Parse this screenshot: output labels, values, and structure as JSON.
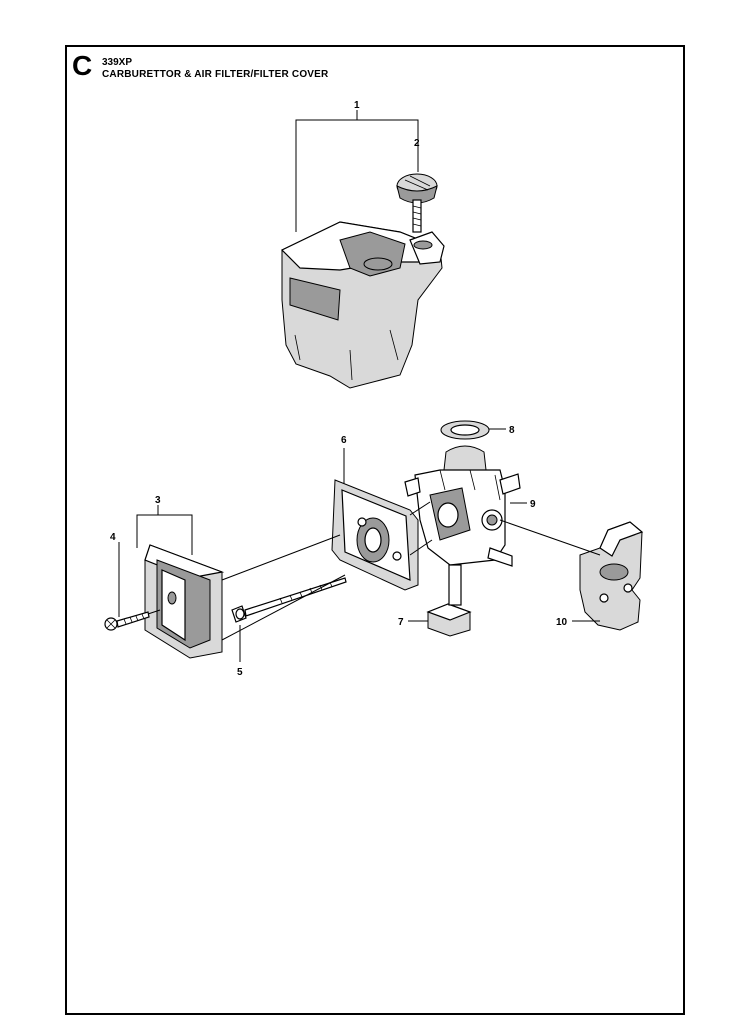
{
  "header": {
    "section_letter": "C",
    "model": "339XP",
    "title": "CARBURETTOR & AIR FILTER/FILTER COVER"
  },
  "callouts": [
    "1",
    "2",
    "3",
    "4",
    "5",
    "6",
    "7",
    "8",
    "9",
    "10"
  ]
}
